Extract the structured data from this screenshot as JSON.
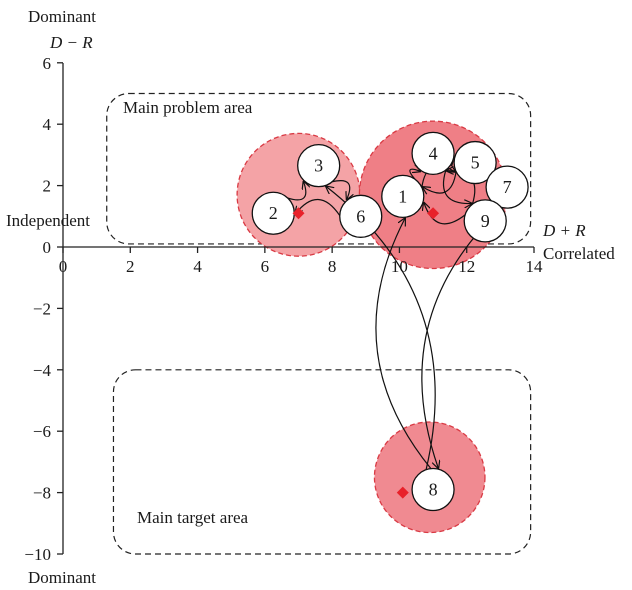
{
  "chart_data": {
    "type": "scatter",
    "title": "",
    "xlabel": "D + R",
    "ylabel": "D − R",
    "x_top_label": "Dominant",
    "x_axis_right_label": "Correlated",
    "y_axis_left_label": "Independent",
    "y_bottom_label": "Dominant",
    "xlim": [
      0,
      14
    ],
    "ylim": [
      -10,
      6
    ],
    "x_ticks": [
      "0",
      "2",
      "4",
      "6",
      "8",
      "10",
      "12",
      "14"
    ],
    "y_ticks": [
      "6",
      "4",
      "2",
      "0",
      "−2",
      "−4",
      "−6",
      "−8",
      "−10"
    ],
    "grid": false,
    "areas": [
      {
        "label": "Main problem area",
        "x_range": [
          1.3,
          13.9
        ],
        "y_range": [
          0.1,
          5.0
        ]
      },
      {
        "label": "Main target area",
        "x_range": [
          1.5,
          13.9
        ],
        "y_range": [
          -10.0,
          -4.0
        ]
      }
    ],
    "clusters": [
      {
        "center": [
          7.0,
          1.7
        ],
        "radius": 2.0,
        "color": "#f4a3a6"
      },
      {
        "center": [
          11.0,
          1.7
        ],
        "radius": 2.4,
        "color": "#ef7f86"
      },
      {
        "center": [
          10.9,
          -7.5
        ],
        "radius": 1.8,
        "color": "#f08a91"
      }
    ],
    "nodes": [
      {
        "id": "1",
        "x": 10.1,
        "y": 1.65
      },
      {
        "id": "2",
        "x": 6.25,
        "y": 1.1
      },
      {
        "id": "3",
        "x": 7.6,
        "y": 2.65
      },
      {
        "id": "4",
        "x": 11.0,
        "y": 3.05
      },
      {
        "id": "5",
        "x": 12.25,
        "y": 2.75
      },
      {
        "id": "6",
        "x": 8.85,
        "y": 1.0
      },
      {
        "id": "7",
        "x": 13.2,
        "y": 1.95
      },
      {
        "id": "8",
        "x": 11.0,
        "y": -7.9
      },
      {
        "id": "9",
        "x": 12.55,
        "y": 0.85
      }
    ],
    "centroids": [
      {
        "x": 7.0,
        "y": 1.1
      },
      {
        "x": 11.0,
        "y": 1.1
      },
      {
        "x": 10.1,
        "y": -8.0
      }
    ],
    "edges": [
      [
        "2",
        "3"
      ],
      [
        "3",
        "6"
      ],
      [
        "6",
        "2"
      ],
      [
        "1",
        "4"
      ],
      [
        "4",
        "5"
      ],
      [
        "5",
        "7"
      ],
      [
        "7",
        "9"
      ],
      [
        "9",
        "1"
      ],
      [
        "9",
        "4"
      ],
      [
        "1",
        "5"
      ],
      [
        "4",
        "9"
      ],
      [
        "5",
        "1"
      ],
      [
        "8",
        "3"
      ],
      [
        "8",
        "1"
      ],
      [
        "7",
        "8"
      ]
    ],
    "colors": {
      "marker": "#e8212a",
      "cluster_stroke": "#d93a44",
      "axis": "#222222"
    }
  }
}
